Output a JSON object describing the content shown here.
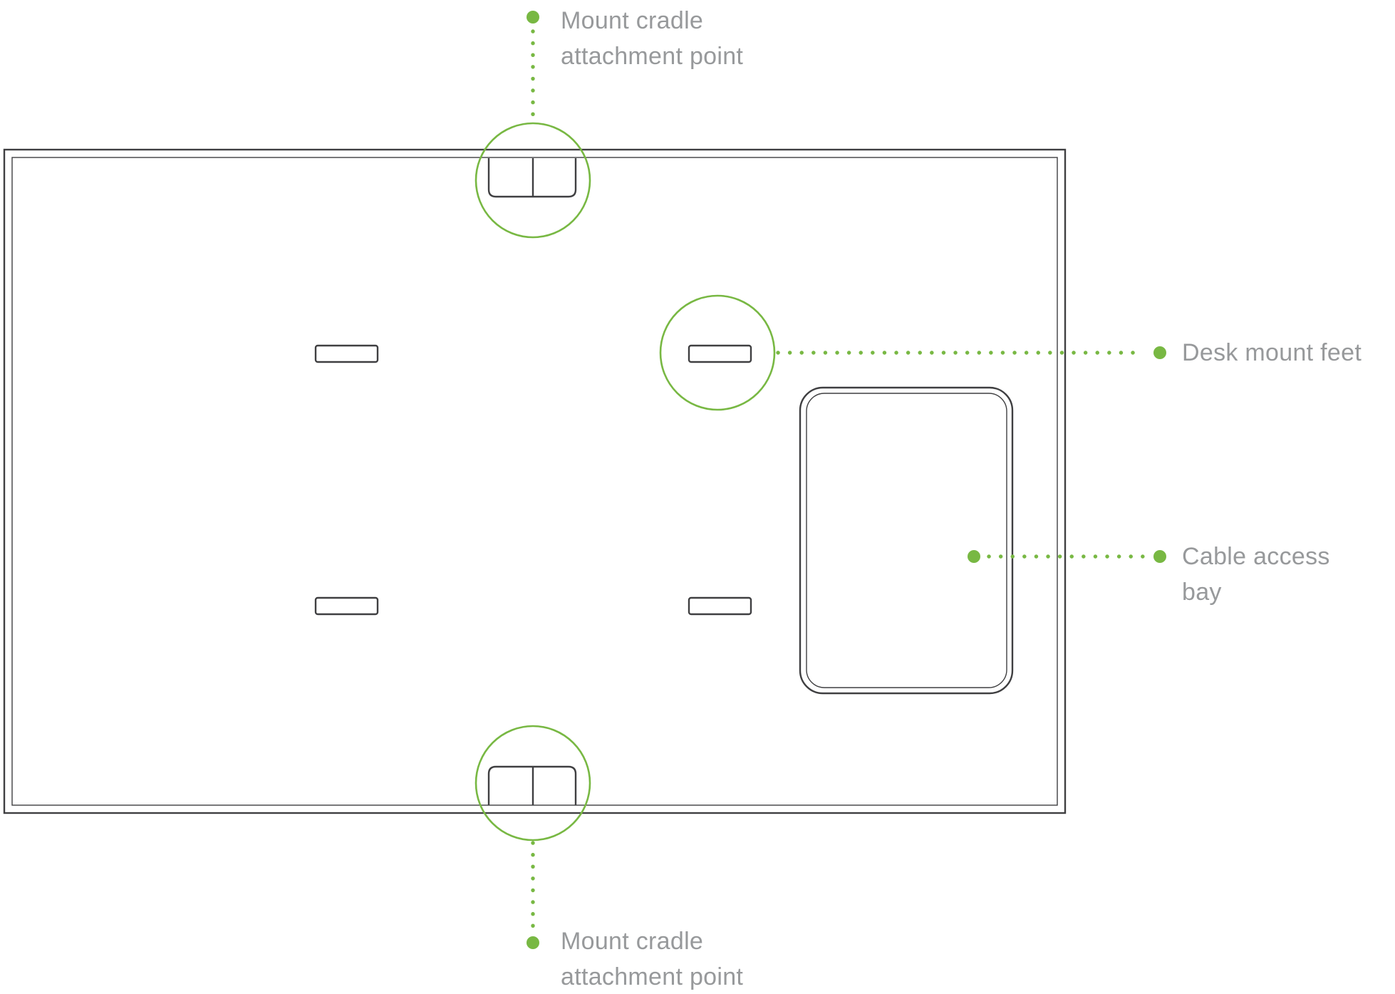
{
  "colors": {
    "accent_green": "#78b843",
    "label_text": "#97999b",
    "outline": "#3f3f41",
    "background": "#ffffff"
  },
  "diagram": {
    "callouts": {
      "mount_top": "Mount cradle attachment point",
      "desk_feet": "Desk mount feet",
      "cable_bay": "Cable access bay",
      "mount_bottom": "Mount cradle attachment point"
    }
  }
}
